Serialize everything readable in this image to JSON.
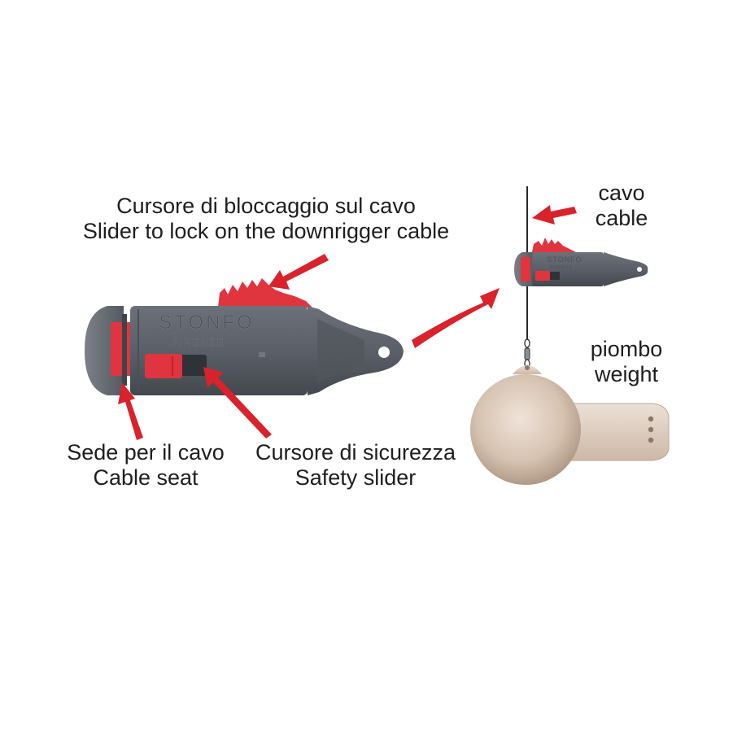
{
  "labels": {
    "lock_slider": {
      "it": "Cursore di bloccaggio sul cavo",
      "en": "Slider to lock on the downrigger cable"
    },
    "cable_seat": {
      "it": "Sede per il cavo",
      "en": "Cable seat"
    },
    "safety_slider": {
      "it": "Cursore di sicurezza",
      "en": "Safety slider"
    },
    "cable": {
      "it": "cavo",
      "en": "cable"
    },
    "weight": {
      "it": "piombo",
      "en": "weight"
    }
  },
  "device": {
    "brand": "STONFO",
    "city": "FIRENZE"
  },
  "colors": {
    "body": "#5b6068",
    "accent_red": "#e0343f",
    "arrow_red": "#d9222b",
    "weight": "#d8c4b2",
    "background": "#ffffff"
  }
}
